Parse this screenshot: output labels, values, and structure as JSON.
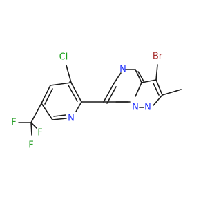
{
  "molecule": {
    "atoms": {
      "br": "Br",
      "cl": "Cl",
      "n_pyrimidine": "N",
      "n_bridge": "N",
      "n_pyrazole": "N",
      "n_pyridine": "N",
      "f_top": "F",
      "f_left": "F",
      "f_bottom": "F"
    }
  },
  "colors": {
    "bond": "#1a1a1a",
    "nitrogen": "#2233ff",
    "bromine": "#a52a2a",
    "chlorine": "#1aa01a",
    "fluorine": "#2aa02a"
  }
}
